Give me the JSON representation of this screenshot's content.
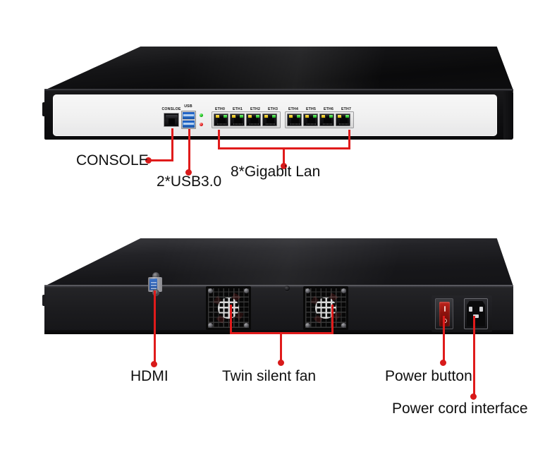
{
  "diagram": {
    "title": "Rackmount network appliance front and rear panel callout diagram",
    "accent_color": "#d81a1a",
    "chassis_color": "#141417",
    "faceplate_color": "#f0f0f0"
  },
  "front_panel": {
    "port_labels": {
      "console": "CONSLOE",
      "usb": "USB",
      "eth": [
        "ETH0",
        "ETH1",
        "ETH2",
        "ETH3",
        "ETH4",
        "ETH5",
        "ETH6",
        "ETH7"
      ]
    },
    "indicators": [
      {
        "name": "power-led",
        "color": "#12b512"
      },
      {
        "name": "status-led",
        "color": "#dd1515"
      }
    ],
    "callouts": [
      {
        "label": "CONSOLE"
      },
      {
        "label": "2*USB3.0"
      },
      {
        "label": "8*Gigabit  Lan"
      }
    ]
  },
  "rear_panel": {
    "callouts": [
      {
        "label": "HDMI"
      },
      {
        "label": "Twin silent fan"
      },
      {
        "label": "Power button"
      },
      {
        "label": "Power cord interface"
      }
    ],
    "switch_marks": {
      "on": "I",
      "off": "O"
    }
  }
}
